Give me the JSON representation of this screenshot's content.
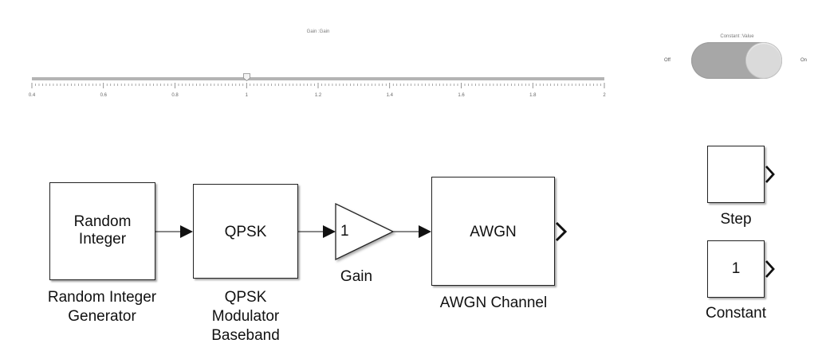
{
  "slider": {
    "title": "Gain :Gain",
    "min": 0.4,
    "max": 2,
    "value": 1,
    "major_ticks": [
      "0.4",
      "0.6",
      "0.8",
      "1",
      "1.2",
      "1.4",
      "1.6",
      "1.8",
      "2"
    ],
    "minor_ticks_per_major": 20
  },
  "toggle": {
    "title": "Constant :Value",
    "off_label": "Off",
    "on_label": "On",
    "state": "on"
  },
  "blocks": {
    "random_integer": {
      "text_line1": "Random",
      "text_line2": "Integer",
      "label_line1": "Random Integer",
      "label_line2": "Generator"
    },
    "qpsk": {
      "text": "QPSK",
      "label_line1": "QPSK",
      "label_line2": "Modulator",
      "label_line3": "Baseband"
    },
    "gain": {
      "text": "1",
      "label": "Gain"
    },
    "awgn": {
      "text": "AWGN",
      "label": "AWGN Channel"
    },
    "step": {
      "label": "Step"
    },
    "constant": {
      "text": "1",
      "label": "Constant"
    }
  },
  "colors": {
    "slider_track": "#b4b4b4",
    "toggle_track": "#a7a7a7",
    "toggle_knob": "#dadada",
    "block_border": "#222222"
  }
}
